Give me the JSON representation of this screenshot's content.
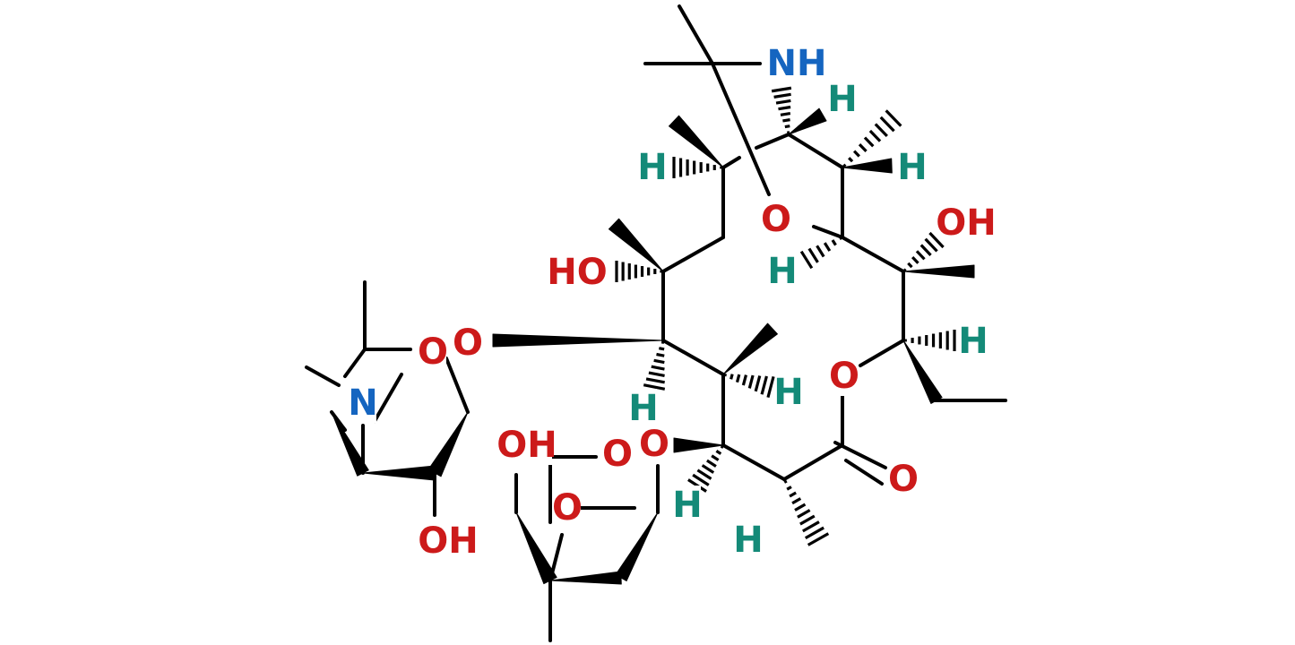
{
  "colors": {
    "bond": "#000000",
    "oxygen": "#cc1a1a",
    "nitrogen": "#1565c0",
    "hydrogen": "#148a78",
    "background": "#ffffff"
  },
  "labels": {
    "nh": "NH",
    "n": "N",
    "o": "O",
    "oh": "OH",
    "ho": "HO",
    "h": "H"
  }
}
